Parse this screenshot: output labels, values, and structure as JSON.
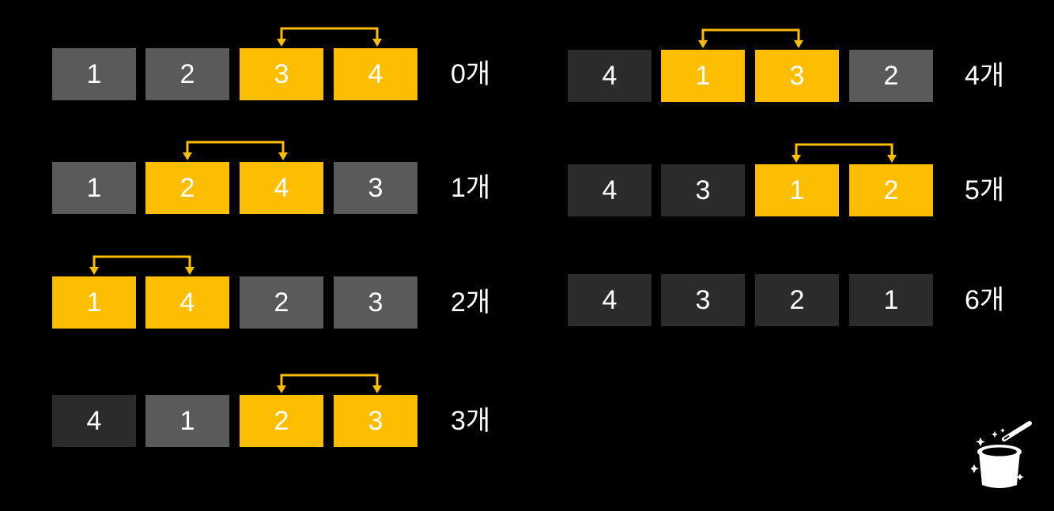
{
  "rows": [
    {
      "label": "0개",
      "boxes": [
        {
          "value": "1",
          "color": "light"
        },
        {
          "value": "2",
          "color": "light"
        },
        {
          "value": "3",
          "color": "yellow"
        },
        {
          "value": "4",
          "color": "yellow"
        }
      ]
    },
    {
      "label": "1개",
      "boxes": [
        {
          "value": "1",
          "color": "light"
        },
        {
          "value": "2",
          "color": "yellow"
        },
        {
          "value": "4",
          "color": "yellow"
        },
        {
          "value": "3",
          "color": "light"
        }
      ]
    },
    {
      "label": "2개",
      "boxes": [
        {
          "value": "1",
          "color": "yellow"
        },
        {
          "value": "4",
          "color": "yellow"
        },
        {
          "value": "2",
          "color": "light"
        },
        {
          "value": "3",
          "color": "light"
        }
      ]
    },
    {
      "label": "3개",
      "boxes": [
        {
          "value": "4",
          "color": "dark"
        },
        {
          "value": "1",
          "color": "light"
        },
        {
          "value": "2",
          "color": "yellow"
        },
        {
          "value": "3",
          "color": "yellow"
        }
      ]
    },
    {
      "label": "4개",
      "boxes": [
        {
          "value": "4",
          "color": "dark"
        },
        {
          "value": "1",
          "color": "yellow"
        },
        {
          "value": "3",
          "color": "yellow"
        },
        {
          "value": "2",
          "color": "light"
        }
      ]
    },
    {
      "label": "5개",
      "boxes": [
        {
          "value": "4",
          "color": "dark"
        },
        {
          "value": "3",
          "color": "dark"
        },
        {
          "value": "1",
          "color": "yellow"
        },
        {
          "value": "2",
          "color": "yellow"
        }
      ]
    },
    {
      "label": "6개",
      "boxes": [
        {
          "value": "4",
          "color": "dark"
        },
        {
          "value": "3",
          "color": "dark"
        },
        {
          "value": "2",
          "color": "dark"
        },
        {
          "value": "1",
          "color": "dark"
        }
      ]
    }
  ],
  "colors": {
    "yellow": "#fdbd00",
    "light": "#5a5a5a",
    "dark": "#2b2b2b",
    "background": "#000000"
  },
  "icon": "magic-hat-icon"
}
